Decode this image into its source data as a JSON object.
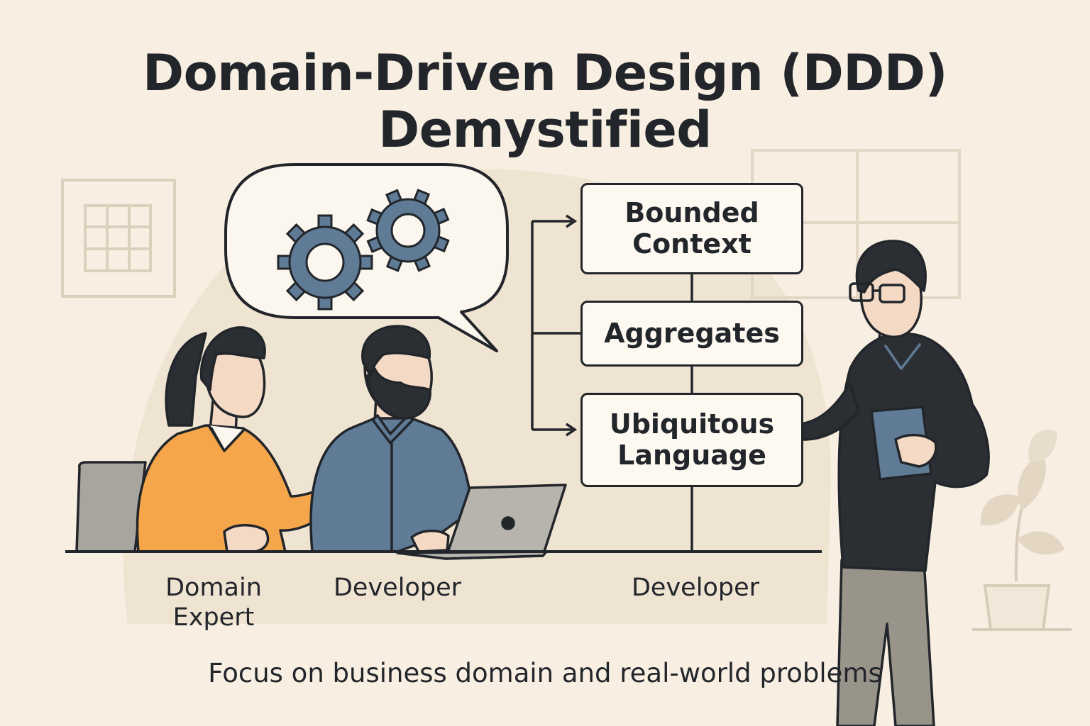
{
  "title": {
    "line1": "Domain-Driven Design (DDD)",
    "line2": "Demystified"
  },
  "concepts": [
    {
      "label": "Bounded\nContext"
    },
    {
      "label": "Aggregates"
    },
    {
      "label": "Ubiquitous\nLanguage"
    }
  ],
  "people": {
    "expert": "Domain\nExpert",
    "developer_seated": "Developer",
    "developer_standing": "Developer"
  },
  "footer": "Focus on business domain and real-world problems",
  "colors": {
    "background": "#f8efe2",
    "ink": "#22262b",
    "gear": "#5f7b96",
    "orange_shirt": "#f5a54a",
    "blue_shirt": "#5f7b96",
    "dark_sweater": "#2b2f34",
    "pants": "#99948a",
    "laptop": "#b7b4ae"
  },
  "icons": [
    "gear-icon",
    "speech-bubble-icon",
    "laptop-icon",
    "tablet-icon",
    "plant-icon",
    "window-icon"
  ]
}
